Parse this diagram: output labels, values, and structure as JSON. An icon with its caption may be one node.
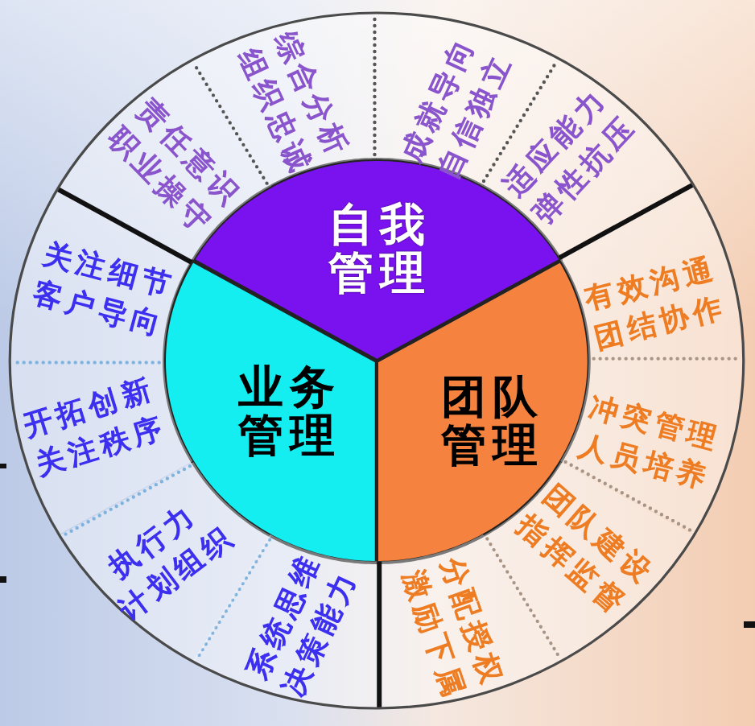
{
  "diagram": {
    "nodes": [
      {
        "text": [
          "自我管理"
        ]
      },
      {
        "text": [
          "业务管理"
        ]
      },
      {
        "text": [
          "团队管理"
        ]
      },
      {
        "text": [
          "责任意识",
          "职业操守"
        ]
      },
      {
        "text": [
          "综合分析",
          "组织忠诚"
        ]
      },
      {
        "text": [
          "成就导向",
          "自信独立"
        ]
      },
      {
        "text": [
          "适应能力",
          "弹性抗压"
        ]
      },
      {
        "text": [
          "有效沟通",
          "团结协作"
        ]
      },
      {
        "text": [
          "冲突管理",
          "人员培养"
        ]
      },
      {
        "text": [
          "团队建设",
          "指挥监督"
        ]
      },
      {
        "text": [
          "分配授权",
          "激励下属"
        ]
      },
      {
        "text": [
          "系统思维",
          "决策能力"
        ]
      },
      {
        "text": [
          "执行力",
          "计划组织"
        ]
      },
      {
        "text": [
          "开拓创新",
          "关注秩序"
        ]
      },
      {
        "text": [
          "关注细节",
          "客户导向"
        ]
      }
    ]
  }
}
